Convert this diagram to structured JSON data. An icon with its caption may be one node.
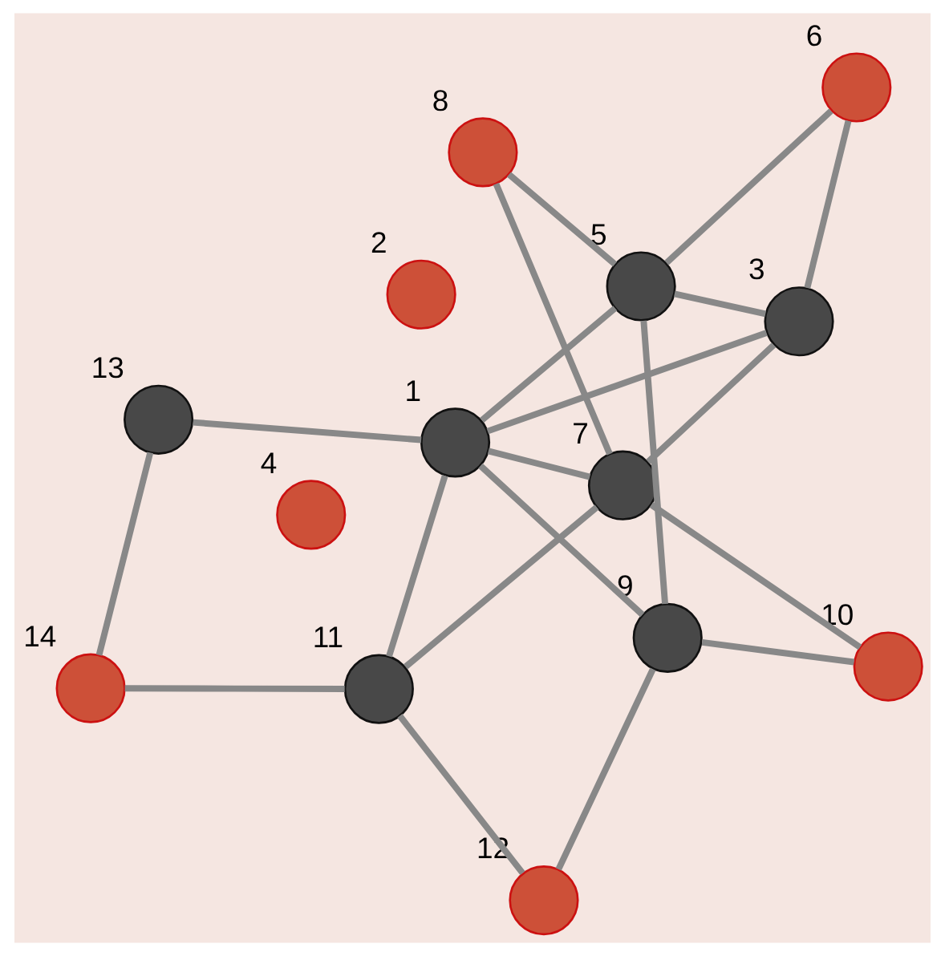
{
  "diagram": {
    "nodes": [
      {
        "text": [],
        "shape": "circle",
        "beside": [
          "1"
        ]
      },
      {
        "text": [],
        "shape": "circle",
        "beside": [
          "2"
        ]
      },
      {
        "text": [],
        "shape": "circle",
        "beside": [
          "3"
        ]
      },
      {
        "text": [],
        "shape": "circle",
        "beside": [
          "4"
        ]
      },
      {
        "text": [],
        "shape": "circle",
        "beside": [
          "5"
        ]
      },
      {
        "text": [],
        "shape": "circle",
        "beside": [
          "6"
        ]
      },
      {
        "text": [],
        "shape": "circle",
        "beside": [
          "7"
        ]
      },
      {
        "text": [],
        "shape": "circle",
        "beside": [
          "8"
        ]
      },
      {
        "text": [],
        "shape": "circle",
        "beside": [
          "9"
        ]
      },
      {
        "text": [],
        "shape": "circle",
        "beside": [
          "10"
        ]
      },
      {
        "text": [],
        "shape": "circle",
        "beside": [
          "11"
        ]
      },
      {
        "text": [],
        "shape": "circle",
        "beside": [
          "12"
        ]
      },
      {
        "text": [],
        "shape": "circle",
        "beside": [
          "13"
        ]
      },
      {
        "text": [],
        "shape": "circle",
        "beside": [
          "14"
        ]
      }
    ],
    "edges": [
      {
        "from": 0,
        "to": 2,
        "arrow": "none"
      },
      {
        "from": 0,
        "to": 4,
        "arrow": "none"
      },
      {
        "from": 0,
        "to": 6,
        "arrow": "none"
      },
      {
        "from": 0,
        "to": 10,
        "arrow": "none"
      },
      {
        "from": 0,
        "to": 8,
        "arrow": "none"
      },
      {
        "from": 0,
        "to": 12,
        "arrow": "none"
      },
      {
        "from": 2,
        "to": 4,
        "arrow": "none"
      },
      {
        "from": 4,
        "to": 8,
        "arrow": "none"
      },
      {
        "from": 2,
        "to": 5,
        "arrow": "none"
      },
      {
        "from": 4,
        "to": 5,
        "arrow": "none"
      },
      {
        "from": 2,
        "to": 6,
        "arrow": "none"
      },
      {
        "from": 6,
        "to": 10,
        "arrow": "none"
      },
      {
        "from": 4,
        "to": 7,
        "arrow": "none"
      },
      {
        "from": 6,
        "to": 7,
        "arrow": "none"
      },
      {
        "from": 6,
        "to": 9,
        "arrow": "none"
      },
      {
        "from": 8,
        "to": 9,
        "arrow": "none"
      },
      {
        "from": 8,
        "to": 11,
        "arrow": "none"
      },
      {
        "from": 10,
        "to": 11,
        "arrow": "none"
      },
      {
        "from": 10,
        "to": 13,
        "arrow": "none"
      },
      {
        "from": 12,
        "to": 13,
        "arrow": "none"
      }
    ]
  }
}
